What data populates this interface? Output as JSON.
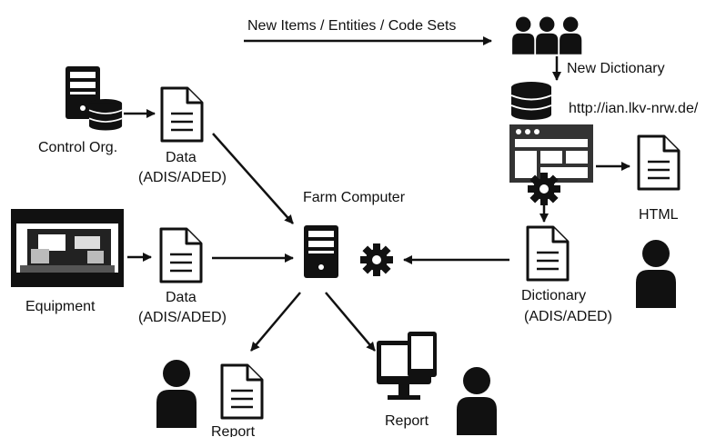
{
  "labels": {
    "new_items": "New Items / Entities / Code Sets",
    "new_dictionary": "New Dictionary",
    "url": "http://ian.lkv-nrw.de/",
    "control_org": "Control Org.",
    "data1_line1": "Data",
    "data1_line2": "(ADIS/ADED)",
    "farm_computer": "Farm Computer",
    "html": "HTML",
    "equipment": "Equipment",
    "data2_line1": "Data",
    "data2_line2": "(ADIS/ADED)",
    "dictionary_line1": "Dictionary",
    "dictionary_line2": "(ADIS/ADED)",
    "report_left": "Report",
    "report_right": "Report"
  },
  "icons": {
    "control_org": "server-database-icon",
    "data_doc": "document-icon",
    "equipment": "equipment-photo",
    "farm_computer": "computer-tower-icon",
    "gear": "gear-icon",
    "people": "user-group-icon",
    "database": "database-icon",
    "web_window": "browser-window-icon",
    "user": "user-icon",
    "devices": "monitor-tablet-icon"
  },
  "colors": {
    "ink": "#111111",
    "background": "#ffffff"
  }
}
